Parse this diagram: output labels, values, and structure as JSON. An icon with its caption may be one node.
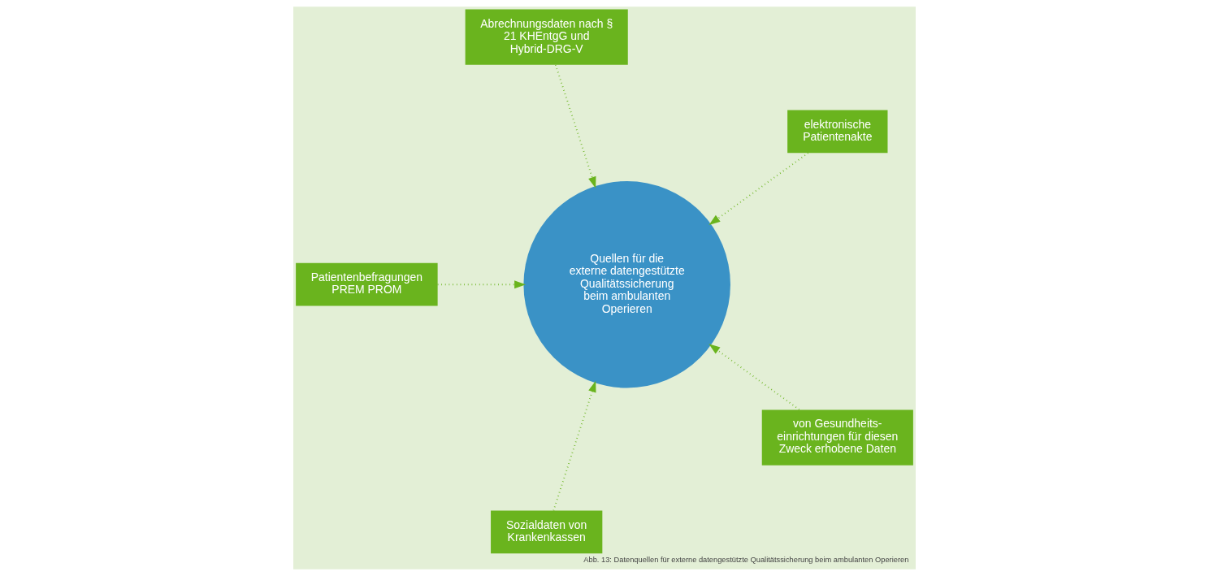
{
  "diagram": {
    "caption": "Abb. 13: Datenquellen für externe datengestützte Qualitätssicherung beim ambulanten Operieren",
    "nodes": [
      {
        "text": [
          "elektronische Patientenakte"
        ]
      },
      {
        "text": [
          "Abrechnungsdaten nach § 21 KHEntgG und Hybrid-DRG-V"
        ]
      },
      {
        "text": [
          "Patientenbefragungen PREM PROM"
        ]
      },
      {
        "text": [
          "Quellen für die externe datengestützte Qualitätssicherung beim ambulanten Operieren"
        ]
      },
      {
        "text": [
          "Sozialdaten von Krankenkassen"
        ]
      },
      {
        "text": [
          "von Gesundheits- einrichtungen für diesen Zweck erhobene Daten"
        ]
      }
    ],
    "edges": [
      {
        "from": 0,
        "to": 3,
        "arrow": "to",
        "style": "dashed"
      },
      {
        "from": 1,
        "to": 3,
        "arrow": "to",
        "style": "dashed"
      },
      {
        "from": 2,
        "to": 3,
        "arrow": "to",
        "style": "dashed"
      },
      {
        "from": 4,
        "to": 3,
        "arrow": "to",
        "style": "dashed"
      },
      {
        "from": 5,
        "to": 3,
        "arrow": "to",
        "style": "dashed"
      }
    ]
  }
}
